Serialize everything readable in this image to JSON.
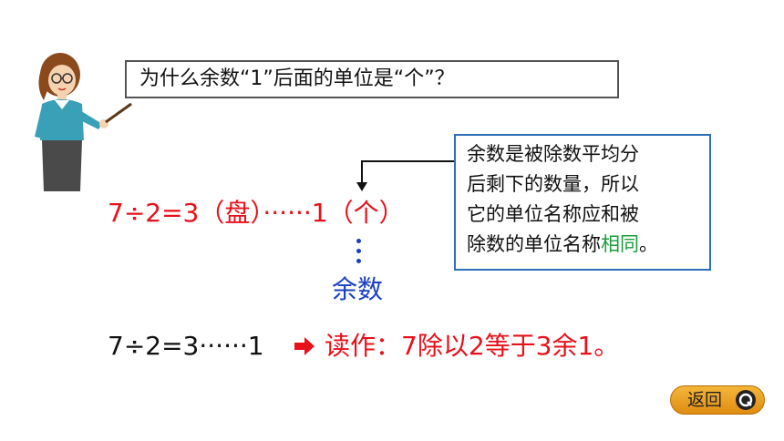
{
  "question": "为什么余数“1”后面的单位是“个”？",
  "note": {
    "lines": [
      "余数是被除数平均分",
      "后剩下的数量，所以",
      "它的单位名称应和被"
    ],
    "last_line_prefix": "除数的单位名称",
    "highlight": "相同",
    "last_line_suffix": "。"
  },
  "equation_with_units": "7÷2=3（盘）······1（个）",
  "remainder_label": "余数",
  "equation_plain": "7÷2=3······1",
  "read_as": "读作：7除以2等于3余1。",
  "back_button_label": "返回",
  "colors": {
    "red": "#e8101a",
    "blue": "#1a3fc4",
    "green": "#1a9c3a",
    "note_border": "#2f6fb8"
  },
  "icons": {
    "teacher": "teacher-pointing-illustration",
    "arrow": "arrow-right-icon",
    "back": "q-circle-icon"
  }
}
